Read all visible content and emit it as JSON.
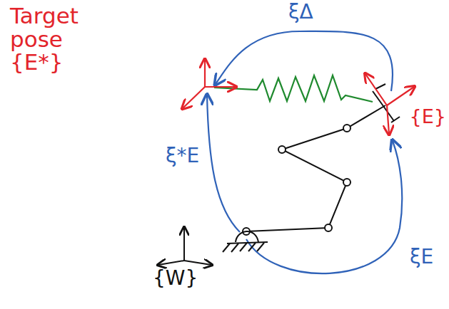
{
  "diagram": {
    "labels": [
      "Target pose {E*}",
      "{E}",
      "{W}",
      "ξΔ",
      "ξ*E",
      "ξE"
    ]
  }
}
